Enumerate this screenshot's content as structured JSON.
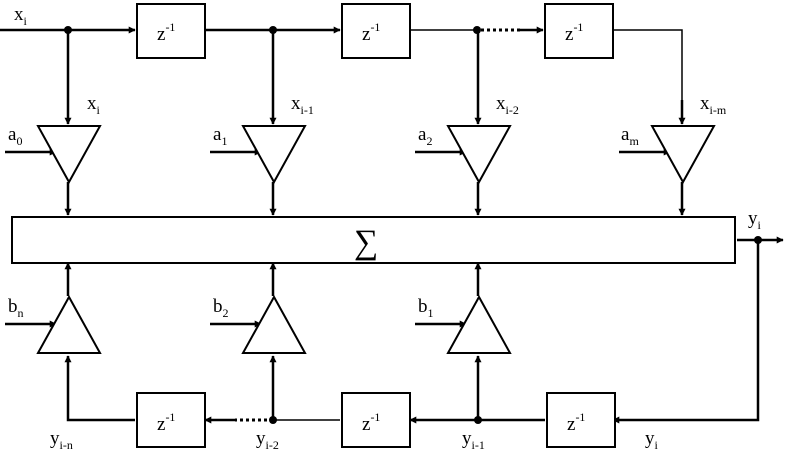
{
  "input": {
    "name": "x",
    "sub": "i"
  },
  "output": {
    "name": "y",
    "sub": "i"
  },
  "sum_symbol": "∑",
  "delay_label": {
    "base": "z",
    "sup": "-1"
  },
  "feedback_delay_label": {
    "base": "z",
    "sup": "-1"
  },
  "taps_x": [
    {
      "name": "x",
      "sub": "i"
    },
    {
      "name": "x",
      "sub": "i-1"
    },
    {
      "name": "x",
      "sub": "i-2"
    },
    {
      "name": "x",
      "sub": "i-m"
    }
  ],
  "coeffs_a": [
    {
      "name": "a",
      "sub": "0"
    },
    {
      "name": "a",
      "sub": "1"
    },
    {
      "name": "a",
      "sub": "2"
    },
    {
      "name": "a",
      "sub": "m"
    }
  ],
  "coeffs_b": [
    {
      "name": "b",
      "sub": "n"
    },
    {
      "name": "b",
      "sub": "2"
    },
    {
      "name": "b",
      "sub": "1"
    }
  ],
  "taps_y": [
    {
      "name": "y",
      "sub": "i-n"
    },
    {
      "name": "y",
      "sub": "i-2"
    },
    {
      "name": "y",
      "sub": "i-1"
    },
    {
      "name": "y",
      "sub": "i"
    }
  ]
}
